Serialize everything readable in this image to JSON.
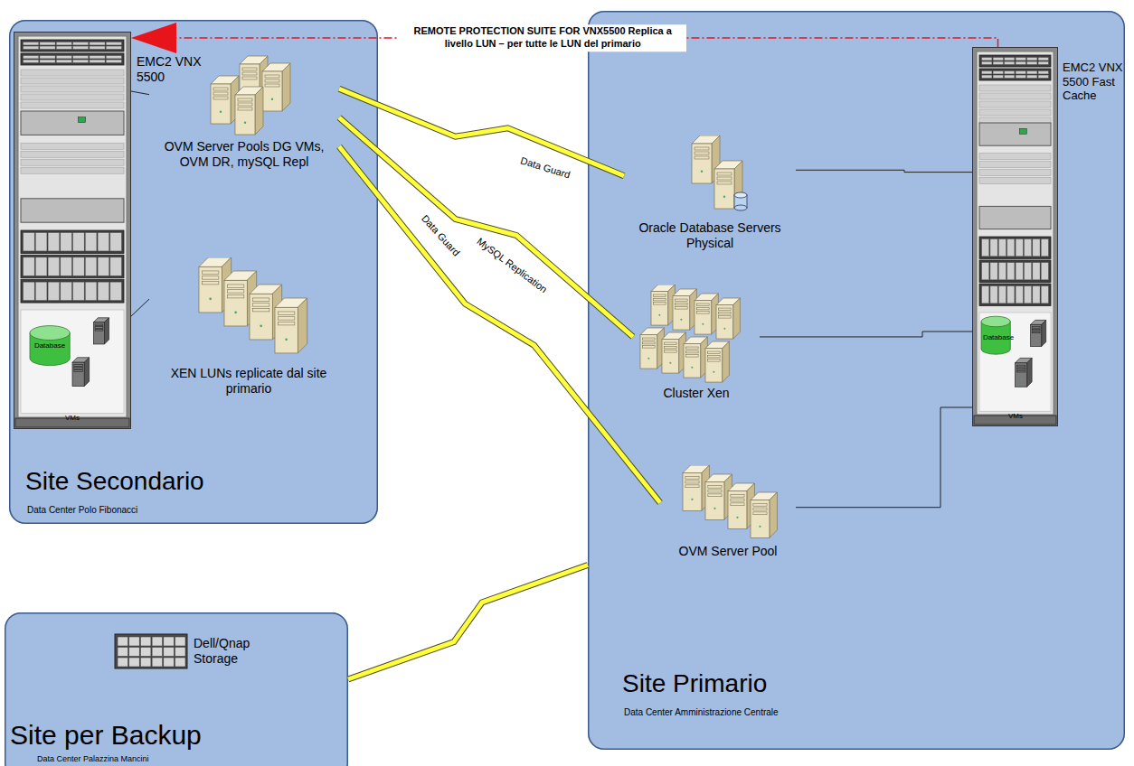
{
  "diagram": {
    "nodes": [
      {
        "text": [
          "Site Secondario",
          "Data Center Polo Fibonacci"
        ]
      },
      {
        "text": [
          "EMC2 VNX 5500"
        ],
        "in": 0
      },
      {
        "text": [
          "OVM Server Pools DG VMs, OVM DR, mySQL Repl"
        ],
        "in": 0
      },
      {
        "text": [
          "XEN LUNs replicate dal site primario"
        ],
        "in": 0
      },
      {
        "text": [
          "Site Primario",
          "Data Center Amministrazione Centrale"
        ]
      },
      {
        "text": [
          "Oracle Database Servers Physical"
        ],
        "in": 4
      },
      {
        "text": [
          "Cluster Xen"
        ],
        "in": 4
      },
      {
        "text": [
          "OVM Server Pool"
        ],
        "in": 4
      },
      {
        "text": [
          "EMC2 VNX 5500 Fast Cache"
        ],
        "in": 4
      },
      {
        "text": [
          "Site per Backup",
          "Data Center Palazzina Mancini"
        ]
      },
      {
        "text": [
          "Dell/Qnap Storage"
        ],
        "in": 9
      }
    ],
    "edges": [
      {
        "from": 8,
        "to": 1,
        "arrow": "to",
        "label": "REMOTE PROTECTION SUITE FOR VNX5500 Replica a livello LUN – per tutte le LUN del primario"
      },
      {
        "from": 2,
        "to": 5,
        "arrow": "none",
        "label": "Data Guard"
      },
      {
        "from": 2,
        "to": 6,
        "arrow": "none",
        "label": "MySQL Replication"
      },
      {
        "from": 2,
        "to": 7,
        "arrow": "none",
        "label": "Data Guard"
      },
      {
        "from": 9,
        "to": 4,
        "arrow": "none"
      },
      {
        "from": 1,
        "to": 2,
        "arrow": "none"
      },
      {
        "from": 1,
        "to": 3,
        "arrow": "none"
      },
      {
        "from": 8,
        "to": 5,
        "arrow": "none"
      },
      {
        "from": 8,
        "to": 6,
        "arrow": "none"
      },
      {
        "from": 8,
        "to": 7,
        "arrow": "none"
      }
    ],
    "labels": [
      "Database",
      "VMs",
      "Database",
      "VMs"
    ]
  }
}
